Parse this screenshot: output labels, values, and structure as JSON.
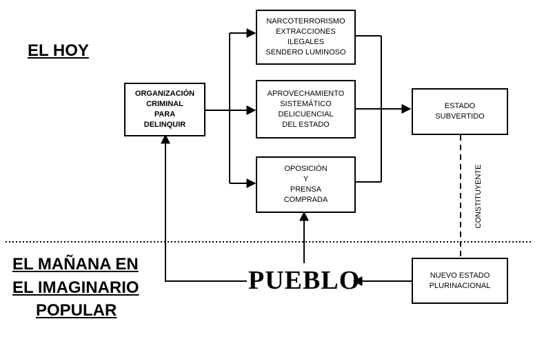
{
  "labels": {
    "el_hoy": "EL HOY",
    "el_manana": [
      "EL MAÑANA EN",
      "EL IMAGINARIO",
      "POPULAR"
    ]
  },
  "boxes": {
    "organizacion": [
      "ORGANIZACIÓN",
      "CRIMINAL",
      "PARA",
      "DELINQUIR"
    ],
    "narco": [
      "NARCOTERRORISMO",
      "EXTRACCIONES",
      "ILEGALES",
      "SENDERO LUMINOSO"
    ],
    "aprovechamiento": [
      "APROVECHAMIENTO",
      "SISTEMÁTICO",
      "DELICUENCIAL",
      "DEL ESTADO"
    ],
    "oposicion": [
      "OPOSICIÓN",
      "Y",
      "PRENSA",
      "COMPRADA"
    ],
    "estado": [
      "ESTADO",
      "SUBVERTIDO"
    ],
    "nuevo": [
      "NUEVO ESTADO",
      "PLURINACIONAL"
    ]
  },
  "pueblo": "PUEBLO",
  "constituyente": "CONSTITUYENTE"
}
